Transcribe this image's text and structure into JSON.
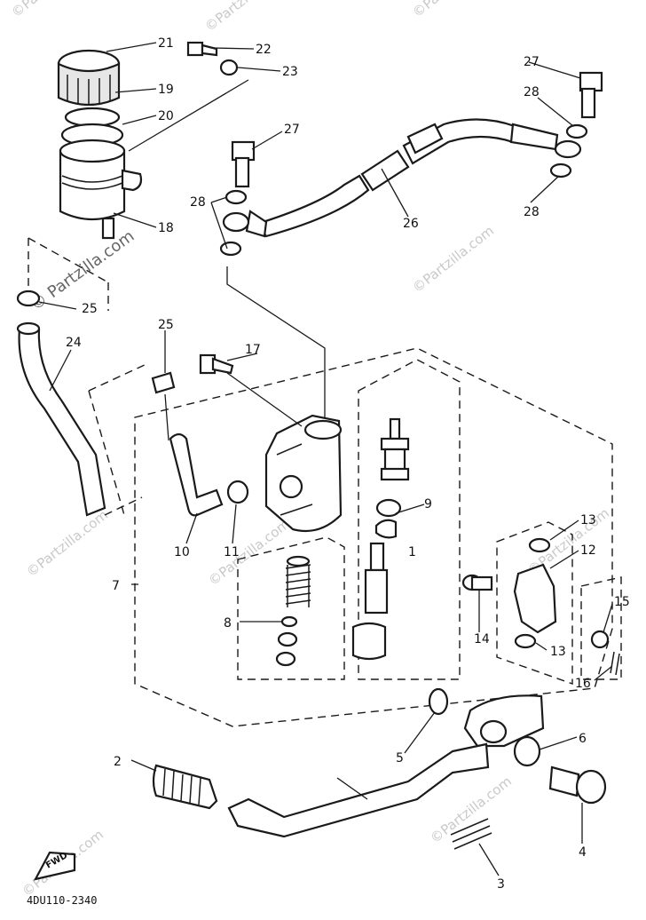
{
  "watermark": {
    "text": "©Partzilla.com",
    "text_center": "© Partzilla.com"
  },
  "diagram": {
    "code": "4DU110-2340",
    "fwd_label": "FWD",
    "callouts": {
      "c1": "1",
      "c2": "2",
      "c3": "3",
      "c4": "4",
      "c5": "5",
      "c6": "6",
      "c7": "7",
      "c8": "8",
      "c9": "9",
      "c10": "10",
      "c11": "11",
      "c12": "12",
      "c13a": "13",
      "c13b": "13",
      "c14": "14",
      "c15": "15",
      "c16": "16",
      "c17": "17",
      "c18": "18",
      "c19": "19",
      "c20": "20",
      "c21": "21",
      "c22": "22",
      "c23": "23",
      "c24": "24",
      "c25a": "25",
      "c25b": "25",
      "c26": "26",
      "c27a": "27",
      "c27b": "27",
      "c28a": "28",
      "c28b": "28",
      "c28c": "28"
    }
  }
}
